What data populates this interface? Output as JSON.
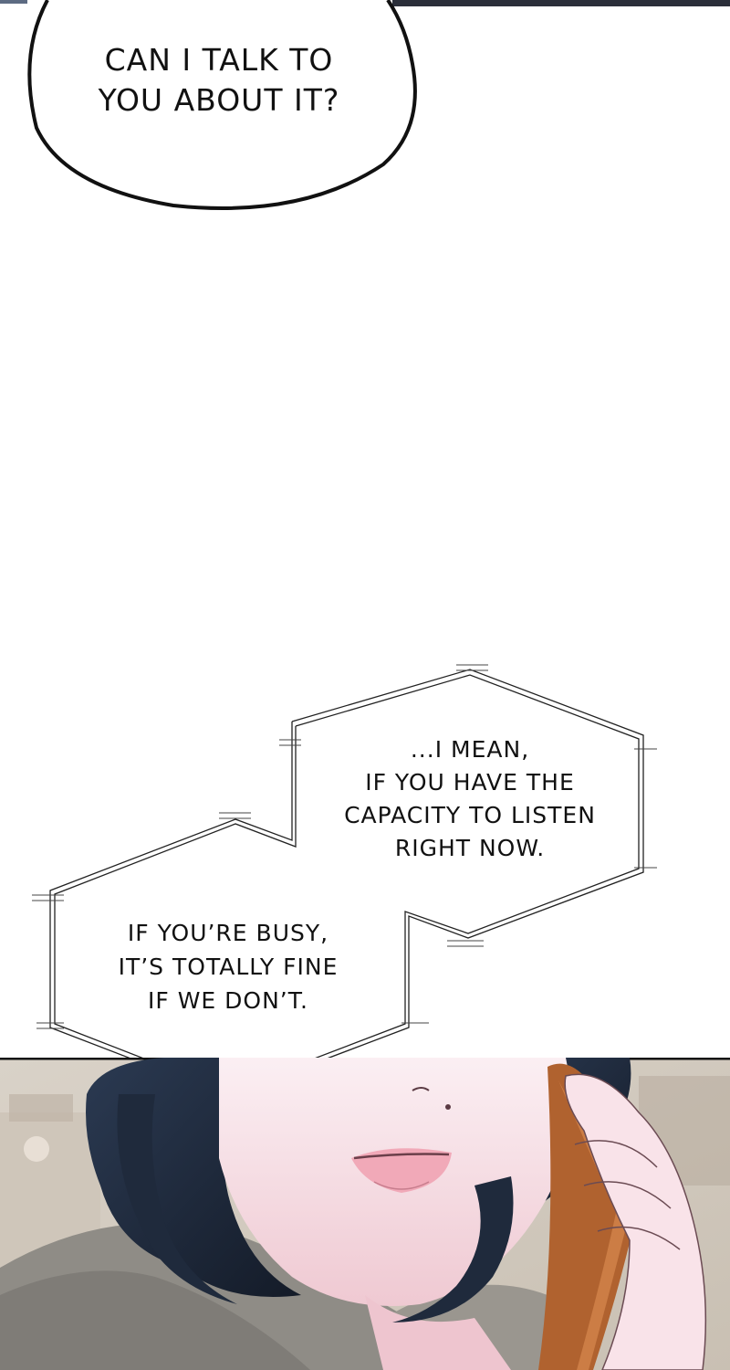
{
  "speech_bubble": {
    "lines": [
      "CAN I TALK TO",
      "YOU ABOUT IT?"
    ]
  },
  "thought_bubble_upper": {
    "lines": [
      "...I MEAN,",
      "IF YOU HAVE THE",
      "CAPACITY TO LISTEN",
      "RIGHT NOW."
    ]
  },
  "thought_bubble_lower": {
    "lines": [
      "IF YOU’RE BUSY,",
      "IT’S TOTALLY FINE",
      "IF WE DON’T."
    ]
  },
  "colors": {
    "background": "#ffffff",
    "bubble_outline": "#111111",
    "hair": "#1f2a3c",
    "skin": "#f7dfe6",
    "sweater": "#8f8c86",
    "phone": "#b0622f"
  },
  "illustration": {
    "icon": "woman-on-phone-illustration"
  }
}
